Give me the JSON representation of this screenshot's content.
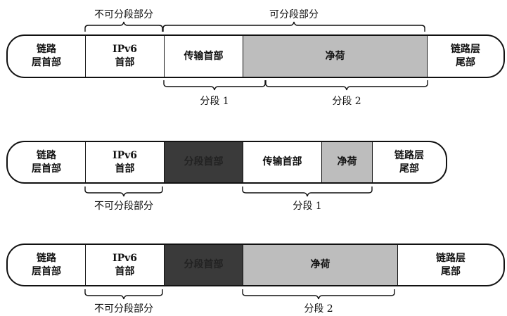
{
  "diagram_1": {
    "segments": {
      "link_header": "链路\n层首部",
      "ipv6_header": "IPv6\n首部",
      "transport_header": "传输首部",
      "payload": "净荷",
      "link_trailer": "链路层\n尾部"
    },
    "labels": {
      "unfragmentable": "不可分段部分",
      "fragmentable": "可分段部分",
      "fragment_1": "分段 1",
      "fragment_2": "分段 2"
    }
  },
  "diagram_2": {
    "segments": {
      "link_header": "链路\n层首部",
      "ipv6_header": "IPv6\n首部",
      "fragment_header": "分段首部",
      "transport_header": "传输首部",
      "payload": "净荷",
      "link_trailer": "链路层\n尾部"
    },
    "labels": {
      "unfragmentable": "不可分段部分",
      "fragment": "分段 1"
    }
  },
  "diagram_3": {
    "segments": {
      "link_header": "链路\n层首部",
      "ipv6_header": "IPv6\n首部",
      "fragment_header": "分段首部",
      "payload": "净荷",
      "link_trailer": "链路层\n尾部"
    },
    "labels": {
      "unfragmentable": "不可分段部分",
      "fragment": "分段 2"
    }
  }
}
